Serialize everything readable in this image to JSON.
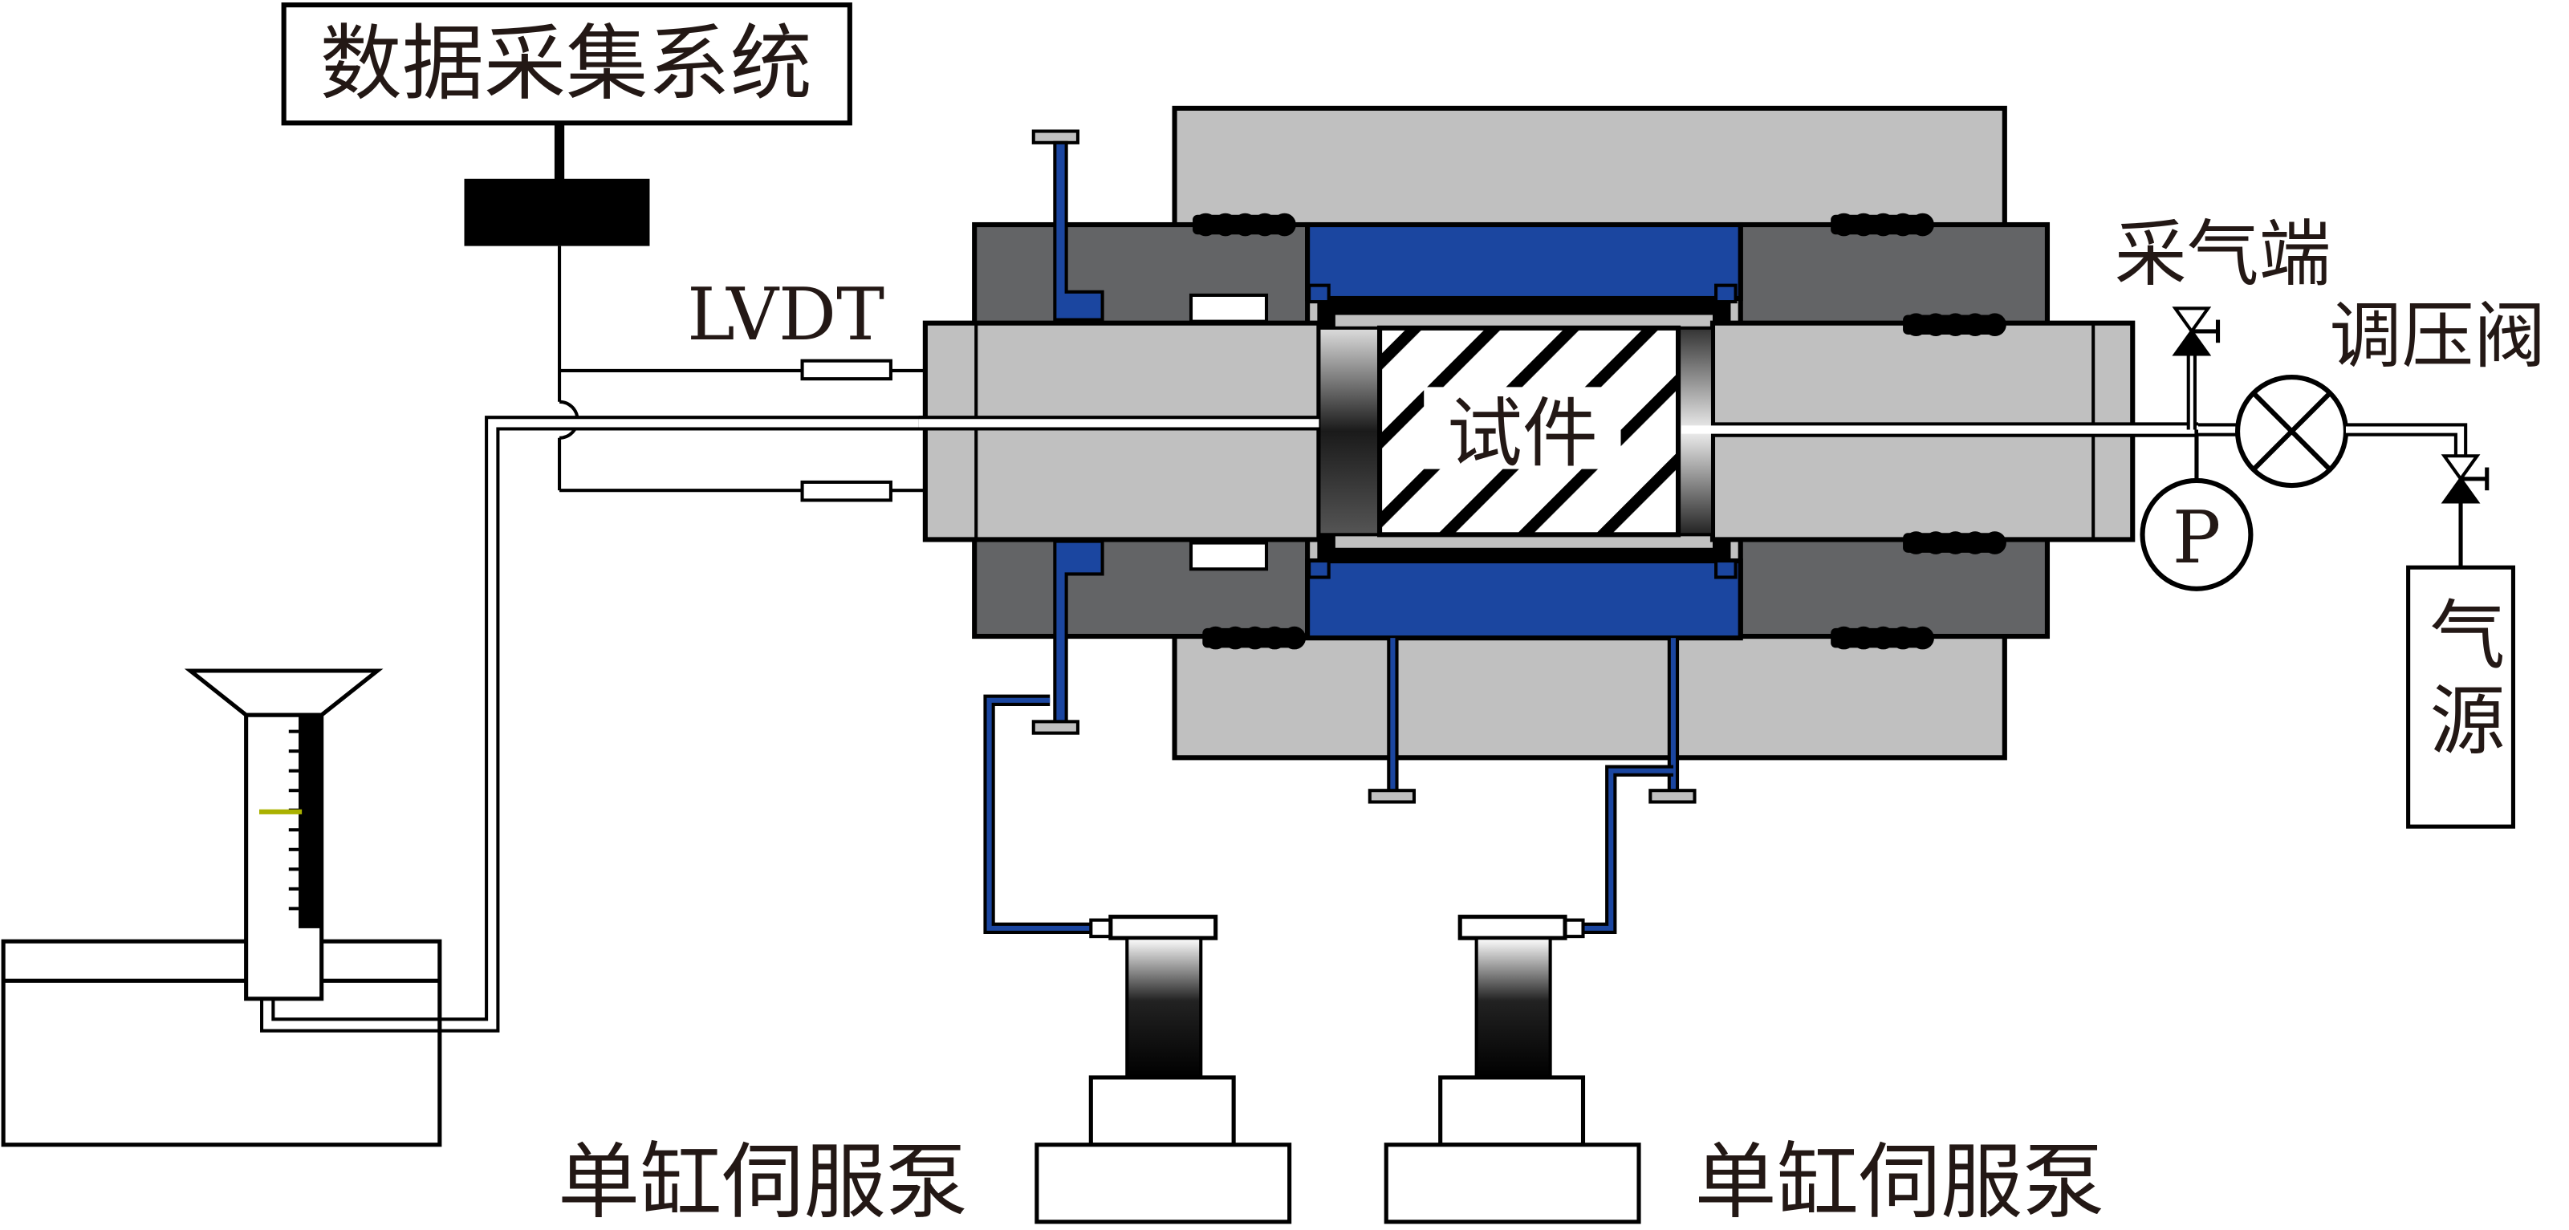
{
  "labels": {
    "data_acquisition": "数据采集系统",
    "lvdt": "LVDT",
    "specimen": "试件",
    "sampling_port": "采气端",
    "pressure_valve": "调压阀",
    "pressure_gauge": "P",
    "gas_source": "气源",
    "pump_left": "单缸伺服泵",
    "pump_right": "单缸伺服泵"
  }
}
